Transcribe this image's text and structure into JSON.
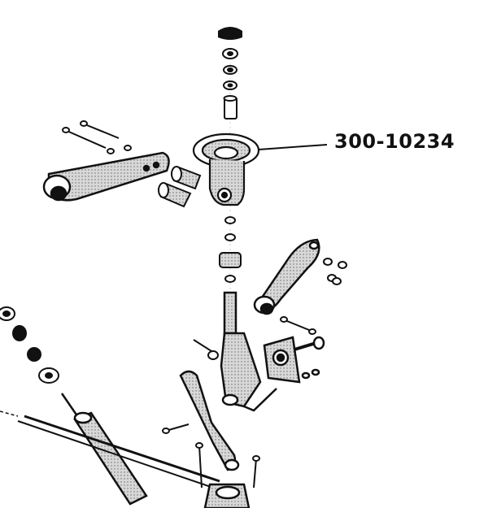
{
  "diagram": {
    "type": "exploded-parts-drawing",
    "callouts": [
      {
        "part_number": "300-10234",
        "points_to": "upper-spring-seat"
      }
    ],
    "colors": {
      "ink": "#111111",
      "paper": "#ffffff",
      "shade": "#bdbdbd"
    }
  }
}
